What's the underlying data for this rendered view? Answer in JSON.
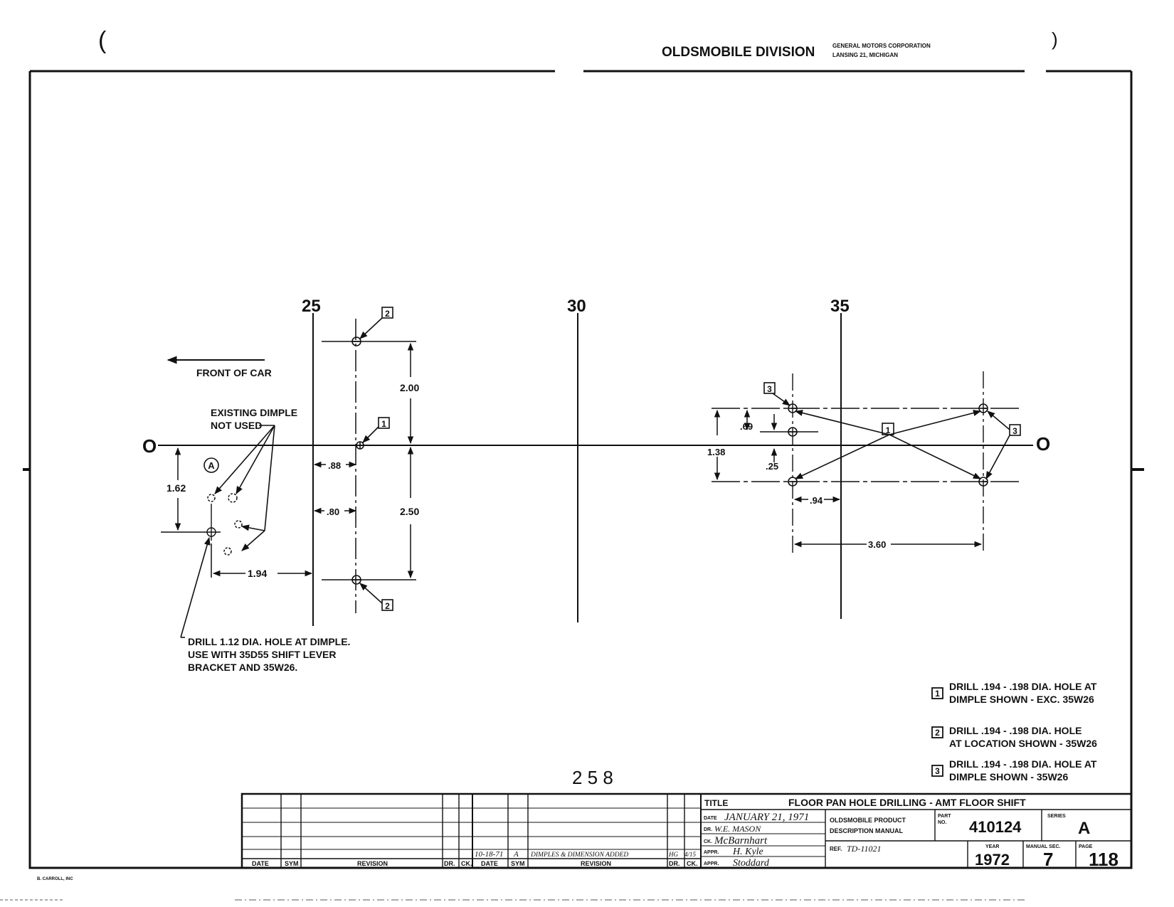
{
  "header": {
    "division": "OLDSMOBILE DIVISION",
    "corporation": "GENERAL MOTORS CORPORATION",
    "location": "LANSING 21, MICHIGAN"
  },
  "stations": [
    "25",
    "30",
    "35"
  ],
  "datum_label": "O",
  "labels": {
    "front_of_car": "FRONT OF CAR",
    "existing_dimple_1": "EXISTING DIMPLE",
    "existing_dimple_2": "NOT USED",
    "circle_a": "A",
    "drill_main_1": "DRILL 1.12 DIA.  HOLE AT DIMPLE.",
    "drill_main_2": "USE WITH 35D55 SHIFT LEVER",
    "drill_main_3": "BRACKET AND 35W26."
  },
  "dimensions": {
    "d162": "1.62",
    "d194": "1.94",
    "d88": ".88",
    "d80": ".80",
    "d200": "2.00",
    "d250": "2.50",
    "d138": "1.38",
    "d69": ".69",
    "d25": ".25",
    "d94": ".94",
    "d360": "3.60"
  },
  "callouts": {
    "one": "1",
    "two": "2",
    "three": "3"
  },
  "notes": [
    {
      "num": "1",
      "line1": "DRILL .194 - .198 DIA. HOLE AT",
      "line2": "DIMPLE SHOWN - EXC. 35W26"
    },
    {
      "num": "2",
      "line1": "DRILL .194 - .198 DIA.  HOLE",
      "line2": "AT LOCATION SHOWN - 35W26"
    },
    {
      "num": "3",
      "line1": "DRILL .194 - .198 DIA. HOLE AT",
      "line2": "DIMPLE SHOWN - 35W26"
    }
  ],
  "sheet_number": "2 5 8",
  "revision_table": {
    "headers": [
      "DATE",
      "SYM",
      "REVISION",
      "DR.",
      "CK."
    ],
    "entry": {
      "date": "10-18-71",
      "sym": "A",
      "revision": "DIMPLES & DIMENSION ADDED",
      "dr": "HG",
      "ck": "4/15"
    }
  },
  "title_block": {
    "title_label": "TITLE",
    "title": "FLOOR PAN HOLE DRILLING - AMT FLOOR SHIFT",
    "date_label": "DATE",
    "date": "JANUARY 21, 1971",
    "dr_label": "DR.",
    "dr": "W.E. MASON",
    "ck_label": "CK.",
    "ck": "McBarnhart",
    "appr_label": "APPR.",
    "appr1": "H. Kyle",
    "appr2": "Stoddard",
    "manual_1": "OLDSMOBILE PRODUCT",
    "manual_2": "DESCRIPTION MANUAL",
    "ref_label": "REF.",
    "ref": "TD-11021",
    "part_label_1": "PART",
    "part_label_2": "NO.",
    "part_no": "410124",
    "series_label": "SERIES",
    "series": "A",
    "year_label": "YEAR",
    "year": "1972",
    "manual_sec_label": "MANUAL SEC.",
    "manual_sec": "7",
    "page_label": "PAGE",
    "page": "118"
  },
  "printer_mark": "B. CARROLL, INC"
}
